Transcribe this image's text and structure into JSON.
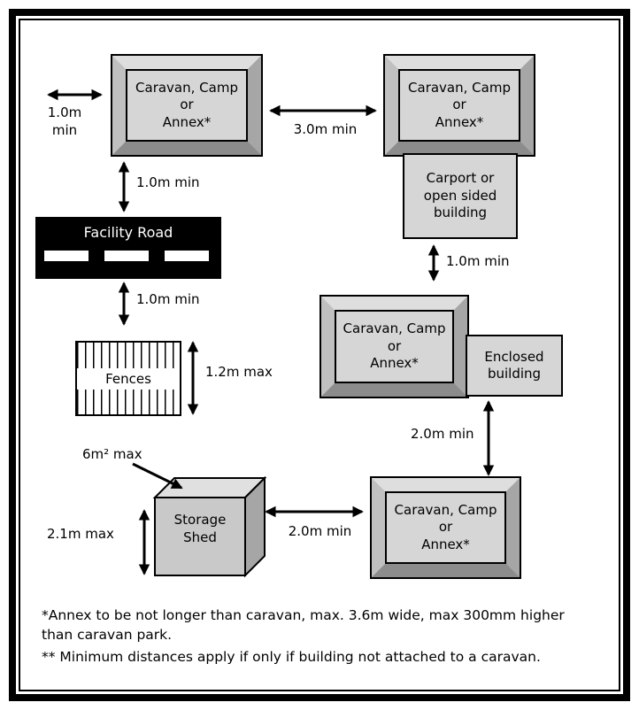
{
  "boxes": {
    "caravan_top_left": "Caravan, Camp\nor\nAnnex*",
    "caravan_top_right": "Caravan, Camp\nor\nAnnex*",
    "caravan_middle_right": "Caravan, Camp\nor\nAnnex*",
    "caravan_bottom_right": "Caravan, Camp\nor\nAnnex*",
    "carport": "Carport or\nopen sided\nbuilding",
    "enclosed_building": "Enclosed\nbuilding",
    "facility_road": "Facility Road",
    "fences": "Fences",
    "storage_shed": "Storage\nShed"
  },
  "measurements": {
    "left_gap": "1.0m\nmin",
    "between_top_caravans": "3.0m min",
    "caravan_to_road": "1.0m min",
    "road_to_fence": "1.0m min",
    "carport_to_caravan": "1.0m min",
    "fence_height": "1.2m max",
    "enclosed_to_caravan": "2.0m min",
    "shed_to_caravan": "2.0m min",
    "shed_height": "2.1m max",
    "shed_area": "6m² max"
  },
  "footnotes": {
    "annex": "*Annex to be not longer than caravan, max. 3.6m wide, max 300mm higher\nthan caravan park.",
    "min_distance": "** Minimum distances apply if only if building not attached to a caravan."
  },
  "colors": {
    "road_fill": "#000000",
    "box_fill": "#d6d6d6",
    "shed_front": "#c9c9c9",
    "shed_top": "#e0e0e0",
    "shed_side": "#a6a6a6",
    "line": "#000000",
    "background": "#ffffff"
  }
}
